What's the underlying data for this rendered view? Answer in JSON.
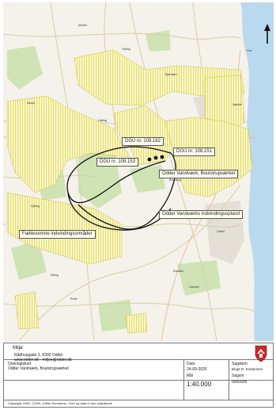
{
  "map": {
    "labels": {
      "dgu_162": "DGU nr. 108.162",
      "dgu_151": "DGU nr. 108.151",
      "dgu_153": "DGU nr. 108.153",
      "waterworks": "Odder Vandværk, Boulstrupværket",
      "catchment": "Odder Vandværks indvindingsopland",
      "joint_area": "Fællesomme indvindingsområder"
    },
    "place_names": {
      "p1": "Kørup",
      "p2": "Bjørnkær",
      "p3": "Boulstrup",
      "p4": "Gylling",
      "p5": "Odder",
      "p6": "Hov",
      "p7": "Saksild",
      "p8": "Ørting",
      "p9": "Falling",
      "p10": "Randlev",
      "p11": "Gosmer",
      "p12": "Halling",
      "p13": "Rude",
      "p14": "Ørsted"
    },
    "colors": {
      "background": "#f4f2ea",
      "forest": "#cfe3b4",
      "water": "#b9d9ee",
      "town": "#e4e0d8",
      "hatch": "#e6e070",
      "outline": "#111111",
      "marker": "#111111"
    },
    "north_arrow_icon": "north-arrow-icon"
  },
  "titleblock": {
    "department": "Miljø",
    "address": "Rådhusgade 3, 8300 Odder",
    "web": "www.odder.dk - miljoe@odder.dk",
    "overview_label": "Oversigtskort",
    "overview_value": "Odder Vandværk, Boulstrupværket",
    "copyright": "Copyright: KMS, COWI, Odder Kommune - Kort og data er kun vejledende",
    "date_label": "Dato",
    "date_value": "24-09-2020",
    "scale_label": "Mål",
    "scale_value": "1:40.000",
    "caseworker_label": "Sagsbeh",
    "caseworker_value": "Birgit D. Kristensen",
    "case_no_label": "Sagsnr",
    "case_no_value": "0000000",
    "logo_icon": "odder-coat-of-arms-icon"
  }
}
